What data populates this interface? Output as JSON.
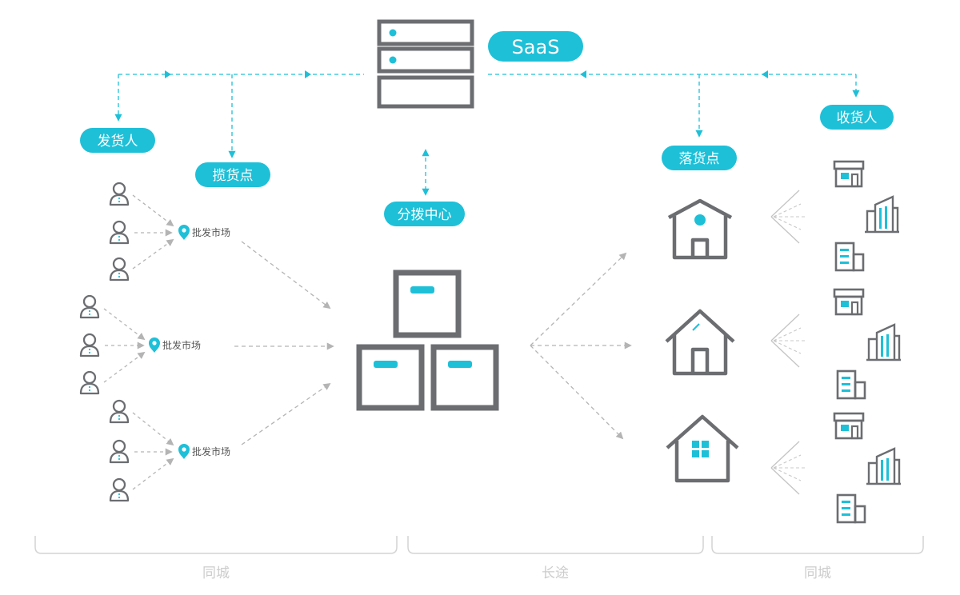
{
  "top": {
    "saas_label": "SaaS"
  },
  "labels": {
    "shipper": "发货人",
    "pickup_point": "揽货点",
    "distribution_center": "分拨中心",
    "delivery_point": "落货点",
    "consignee": "收货人"
  },
  "markets": [
    {
      "label": "批发市场"
    },
    {
      "label": "批发市场"
    },
    {
      "label": "批发市场"
    }
  ],
  "sections": [
    {
      "label": "同城"
    },
    {
      "label": "长途"
    },
    {
      "label": "同城"
    }
  ],
  "colors": {
    "accent": "#1ec0d8",
    "icon_gray": "#6b6d70",
    "dash_gray": "#b4b4b4",
    "bracket": "#d4d4d4"
  }
}
